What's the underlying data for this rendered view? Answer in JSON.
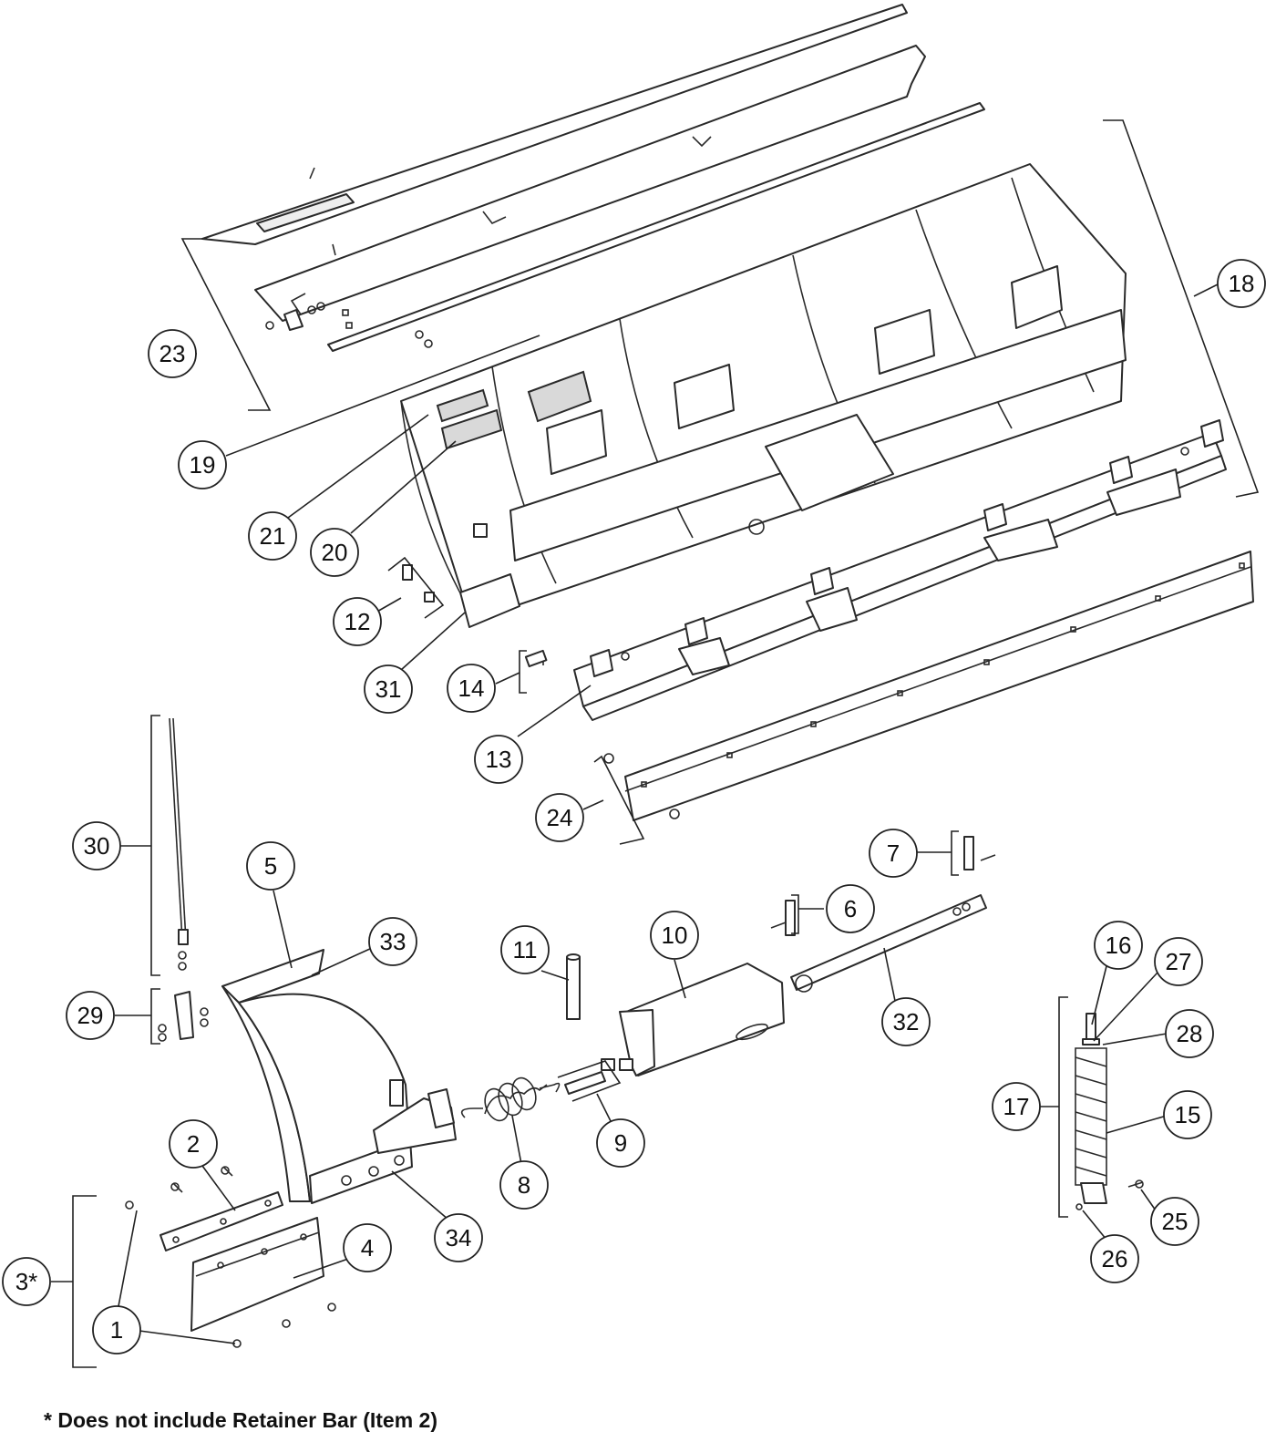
{
  "diagram": {
    "callouts": [
      "1",
      "2",
      "3*",
      "4",
      "5",
      "6",
      "7",
      "8",
      "9",
      "10",
      "11",
      "12",
      "13",
      "14",
      "15",
      "16",
      "17",
      "18",
      "19",
      "20",
      "21",
      "23",
      "24",
      "25",
      "26",
      "27",
      "28",
      "29",
      "30",
      "31",
      "32",
      "33",
      "34"
    ],
    "footnote": "* Does not include Retainer Bar (Item 2)"
  },
  "colors": {
    "line": "#2a2a2a",
    "background": "#ffffff"
  }
}
